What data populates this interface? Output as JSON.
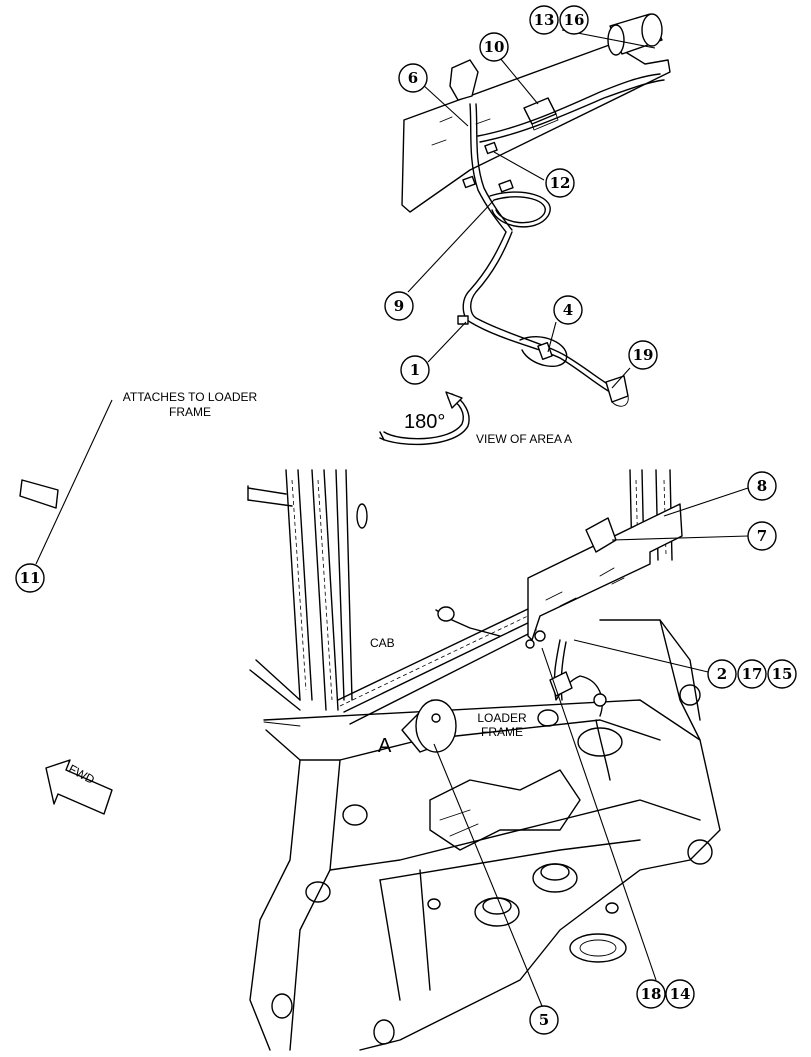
{
  "labels": {
    "attaches_line1": "ATTACHES TO LOADER",
    "attaches_line2": "FRAME",
    "rotation": "180°",
    "view_of_area": "VIEW OF AREA A",
    "cab": "CAB",
    "loader_line1": "LOADER",
    "loader_line2": "FRAME",
    "area_marker": "A",
    "fwd": "FWD"
  },
  "callouts": {
    "c13": "13",
    "c16": "16",
    "c10": "10",
    "c6": "6",
    "c12": "12",
    "c9": "9",
    "c4": "4",
    "c1": "1",
    "c19": "19",
    "c11": "11",
    "c8": "8",
    "c7": "7",
    "c2": "2",
    "c17": "17",
    "c15": "15",
    "c5": "5",
    "c18": "18",
    "c14": "14"
  }
}
